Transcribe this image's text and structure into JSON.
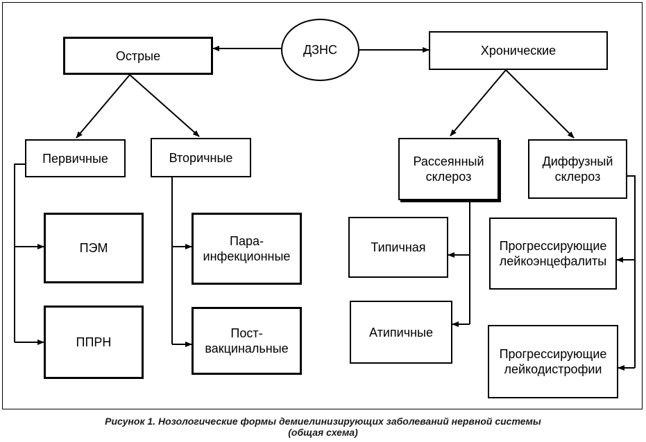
{
  "diagram": {
    "root": "ДЗНС",
    "acute": "Острые",
    "chronic": "Хронические",
    "primary": "Первичные",
    "secondary": "Вторичные",
    "pem": "ПЭМ",
    "pprn": "ППРН",
    "parainfectious": "Пара-\nинфекционные",
    "postvaccinal": "Пост-\nвакцинальные",
    "multiple_sclerosis": "Рассеянный\nсклероз",
    "diffuse_sclerosis": "Диффузный\nсклероз",
    "typical": "Типичная",
    "atypical": "Атипичные",
    "leukoencephalitis": "Прогрессирующие\nлейкоэнцефалиты",
    "leukodystrophy": "Прогрессирующие\nлейкодистрофии"
  },
  "caption": {
    "line1": "Рисунок 1. Нозологические формы демиелинизирующих заболеваний нервной системы",
    "line2": "(общая схема)"
  },
  "colors": {
    "line": "#000000",
    "background": "#ffffff"
  }
}
